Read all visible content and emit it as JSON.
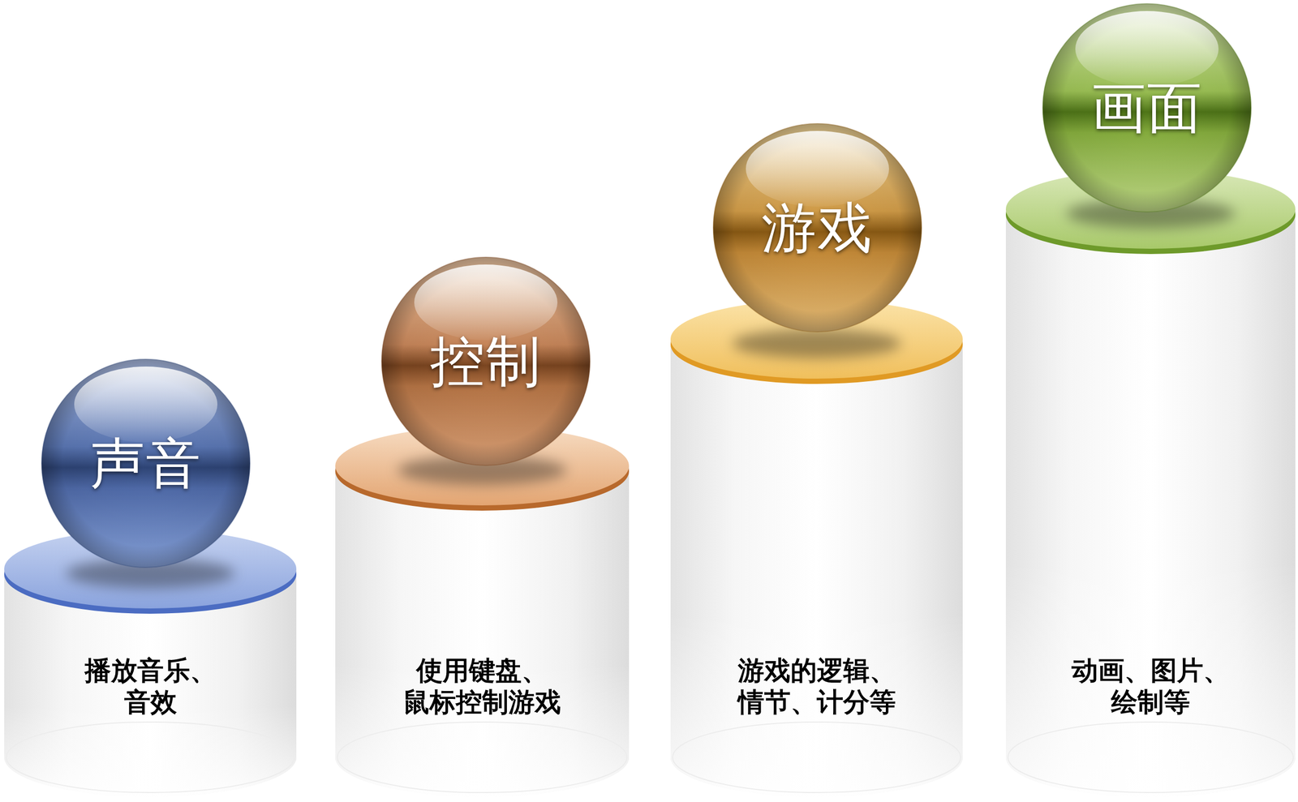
{
  "diagram": {
    "nodes": [
      {
        "text": [
          "声音"
        ]
      },
      {
        "text": [
          "播放音乐、 音效"
        ]
      },
      {
        "text": [
          "控制"
        ]
      },
      {
        "text": [
          "使用键盘、 鼠标控制游戏"
        ]
      },
      {
        "text": [
          "游戏"
        ]
      },
      {
        "text": [
          "游戏的逻辑、 情节、计分等"
        ]
      },
      {
        "text": [
          "画面"
        ]
      },
      {
        "text": [
          "动画、图片、 绘制等"
        ]
      }
    ]
  }
}
